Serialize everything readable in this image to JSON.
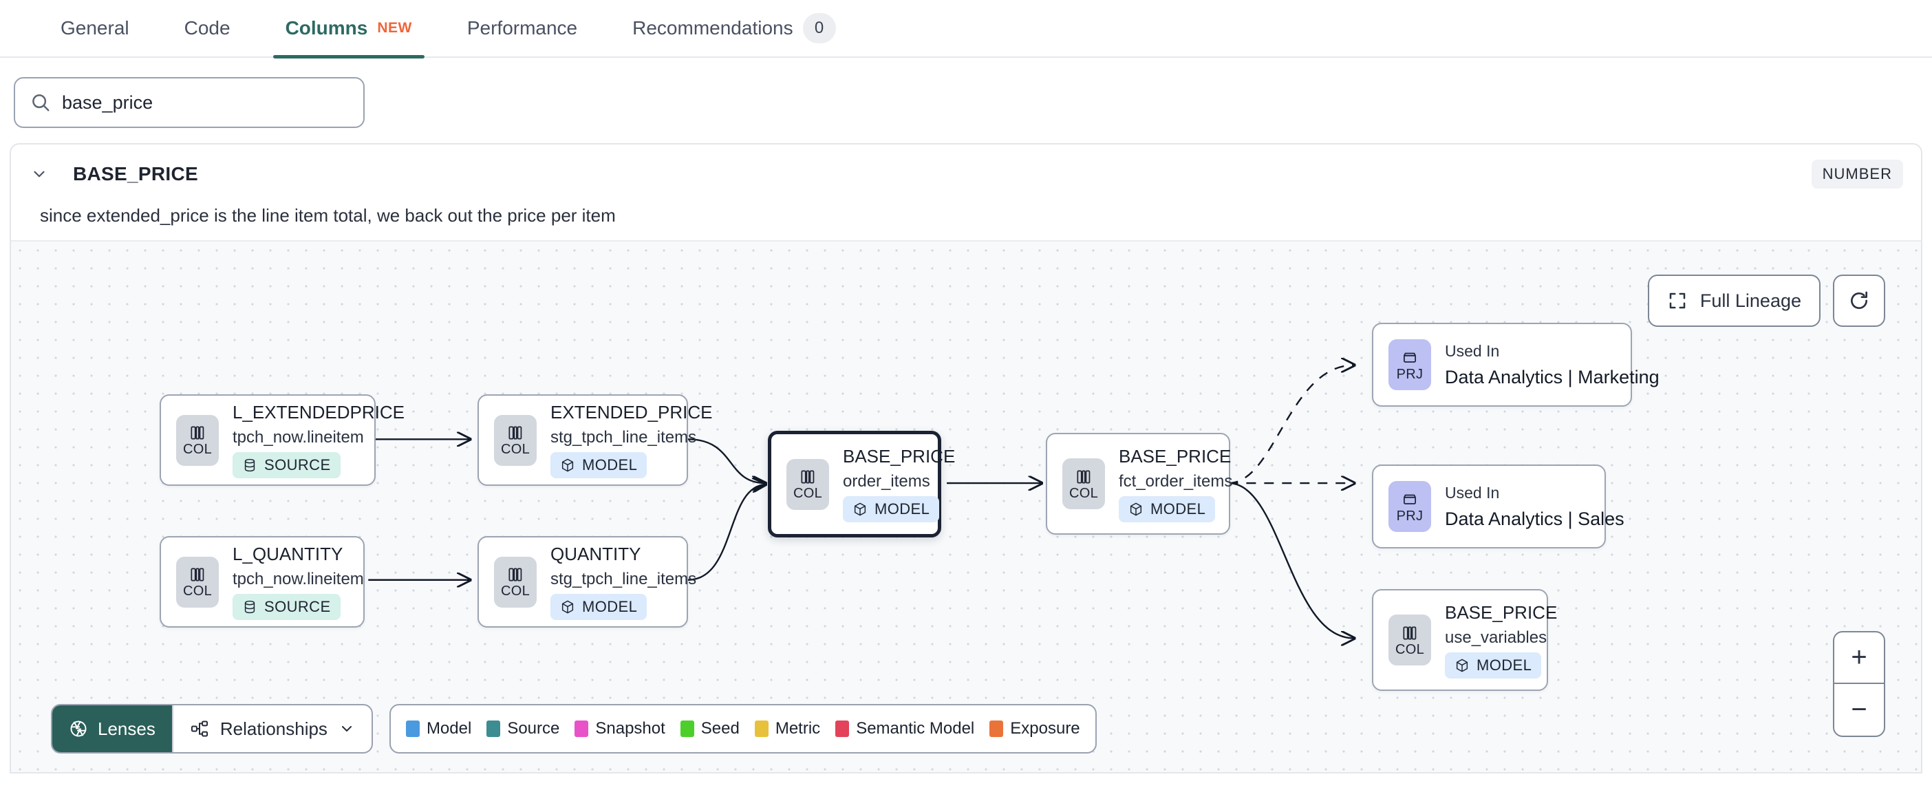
{
  "tabs": [
    {
      "label": "General",
      "active": false,
      "badge": null,
      "new": false
    },
    {
      "label": "Code",
      "active": false,
      "badge": null,
      "new": false
    },
    {
      "label": "Columns",
      "active": true,
      "badge": null,
      "new": true,
      "new_label": "NEW"
    },
    {
      "label": "Performance",
      "active": false,
      "badge": null,
      "new": false
    },
    {
      "label": "Recommendations",
      "active": false,
      "badge": "0",
      "new": false
    }
  ],
  "search": {
    "value": "base_price",
    "placeholder": "Search columns",
    "icon": "search-icon"
  },
  "column": {
    "name": "BASE_PRICE",
    "data_type": "NUMBER",
    "description": "since extended_price is the line item total, we back out the price per item",
    "expanded": true
  },
  "canvas": {
    "full_lineage_label": "Full Lineage",
    "refresh_icon": "refresh-icon",
    "zoom_in_label": "+",
    "zoom_out_label": "−"
  },
  "nodes": [
    {
      "id": "n1",
      "title": "L_EXTENDEDPRICE",
      "subtitle": "tpch_now.lineitem",
      "kind": "COL",
      "material": "SOURCE",
      "selected": false
    },
    {
      "id": "n2",
      "title": "L_QUANTITY",
      "subtitle": "tpch_now.lineitem",
      "kind": "COL",
      "material": "SOURCE",
      "selected": false
    },
    {
      "id": "n3",
      "title": "EXTENDED_PRICE",
      "subtitle": "stg_tpch_line_items",
      "kind": "COL",
      "material": "MODEL",
      "selected": false
    },
    {
      "id": "n4",
      "title": "QUANTITY",
      "subtitle": "stg_tpch_line_items",
      "kind": "COL",
      "material": "MODEL",
      "selected": false
    },
    {
      "id": "n5",
      "title": "BASE_PRICE",
      "subtitle": "order_items",
      "kind": "COL",
      "material": "MODEL",
      "selected": true
    },
    {
      "id": "n6",
      "title": "BASE_PRICE",
      "subtitle": "fct_order_items",
      "kind": "COL",
      "material": "MODEL",
      "selected": false
    },
    {
      "id": "n7",
      "title": "BASE_PRICE",
      "subtitle": "use_variables",
      "kind": "COL",
      "material": "MODEL",
      "selected": false
    }
  ],
  "project_nodes": [
    {
      "id": "p1",
      "label": "Used In",
      "name": "Data Analytics | Marketing",
      "kind": "PRJ"
    },
    {
      "id": "p2",
      "label": "Used In",
      "name": "Data Analytics | Sales",
      "kind": "PRJ"
    }
  ],
  "toolbar": {
    "lenses_label": "Lenses",
    "lenses_icon": "aperture-icon",
    "relationships_label": "Relationships",
    "relationships_icon": "relationships-icon",
    "chevron_icon": "chevron-down-icon"
  },
  "legend": [
    {
      "label": "Model",
      "color": "#4a9ae0"
    },
    {
      "label": "Source",
      "color": "#3d8c92"
    },
    {
      "label": "Snapshot",
      "color": "#e853c8"
    },
    {
      "label": "Seed",
      "color": "#4ccf2a"
    },
    {
      "label": "Metric",
      "color": "#e8c13c"
    },
    {
      "label": "Semantic Model",
      "color": "#e2435a"
    },
    {
      "label": "Exposure",
      "color": "#ea7339"
    }
  ],
  "colors": {
    "accent_teal": "#2d6a63",
    "new_orange": "#f0653a",
    "canvas_bg": "#f7f9fb",
    "model_badge_bg": "#dbeafc",
    "source_badge_bg": "#d6f0ea",
    "prj_badge_bg": "#bcc0f2",
    "col_badge_bg": "#d3d7de"
  }
}
